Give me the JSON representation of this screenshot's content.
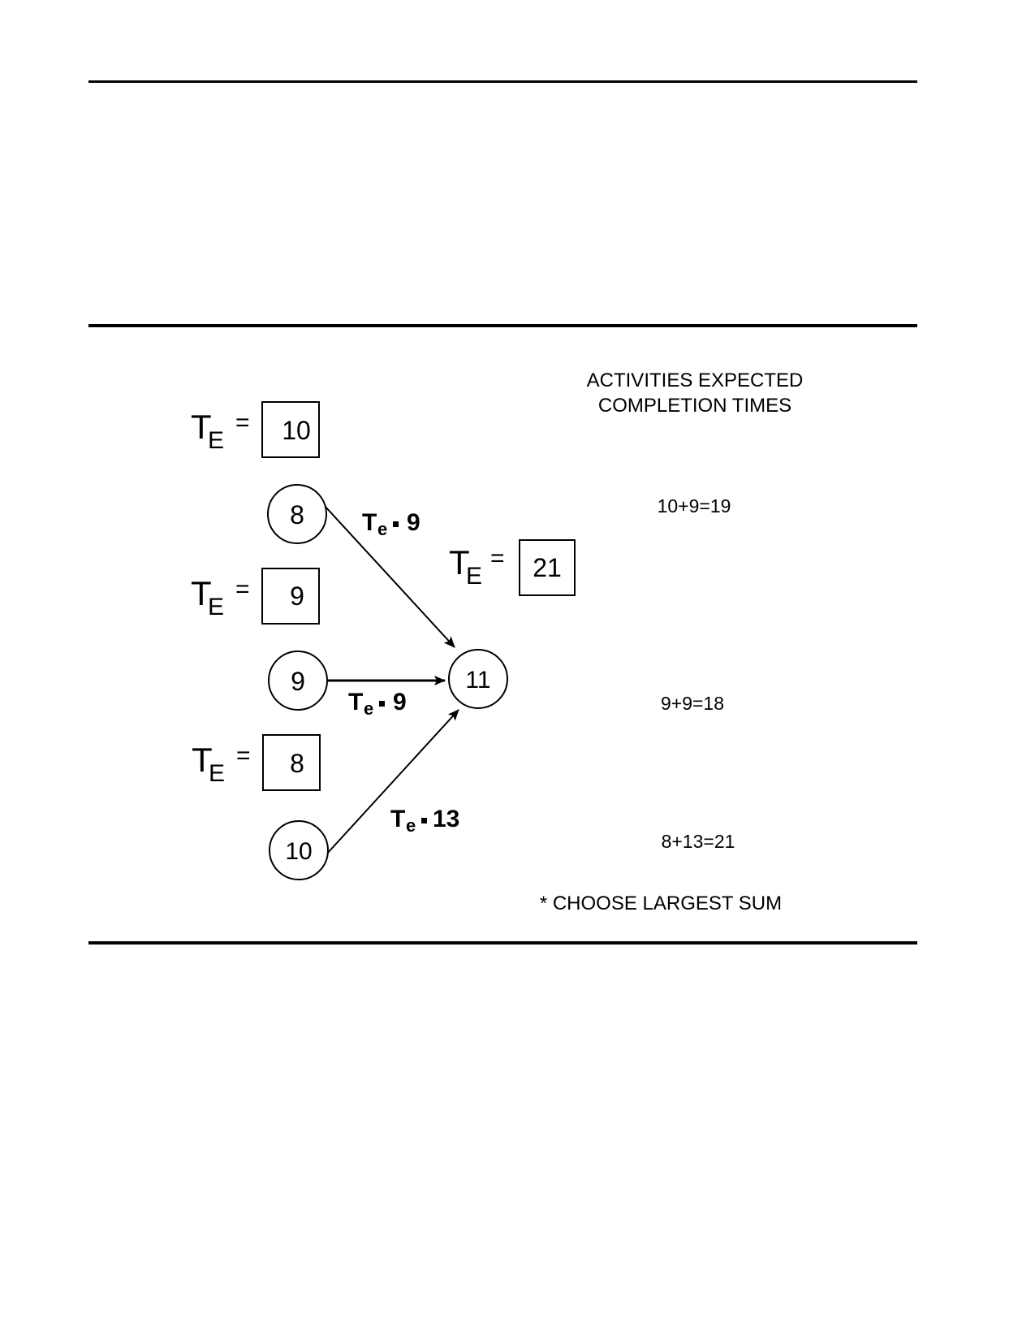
{
  "header": {
    "line1": "ACTIVITIES EXPECTED",
    "line2": "COMPLETION TIMES"
  },
  "te_label": {
    "main": "T",
    "sub_upper": "E",
    "sub_lower": "e",
    "equals": "="
  },
  "boxes": {
    "top": "10",
    "middle": "9",
    "bottom": "8",
    "result": "21"
  },
  "nodes": {
    "node_a": "8",
    "node_b": "9",
    "node_c": "10",
    "node_end": "11"
  },
  "edges": {
    "edge_a": "9",
    "edge_b": "9",
    "edge_c": "13"
  },
  "sums": {
    "sum_a": "10+9=19",
    "sum_b": "9+9=18",
    "sum_c": "8+13=21"
  },
  "note": "* CHOOSE LARGEST SUM"
}
